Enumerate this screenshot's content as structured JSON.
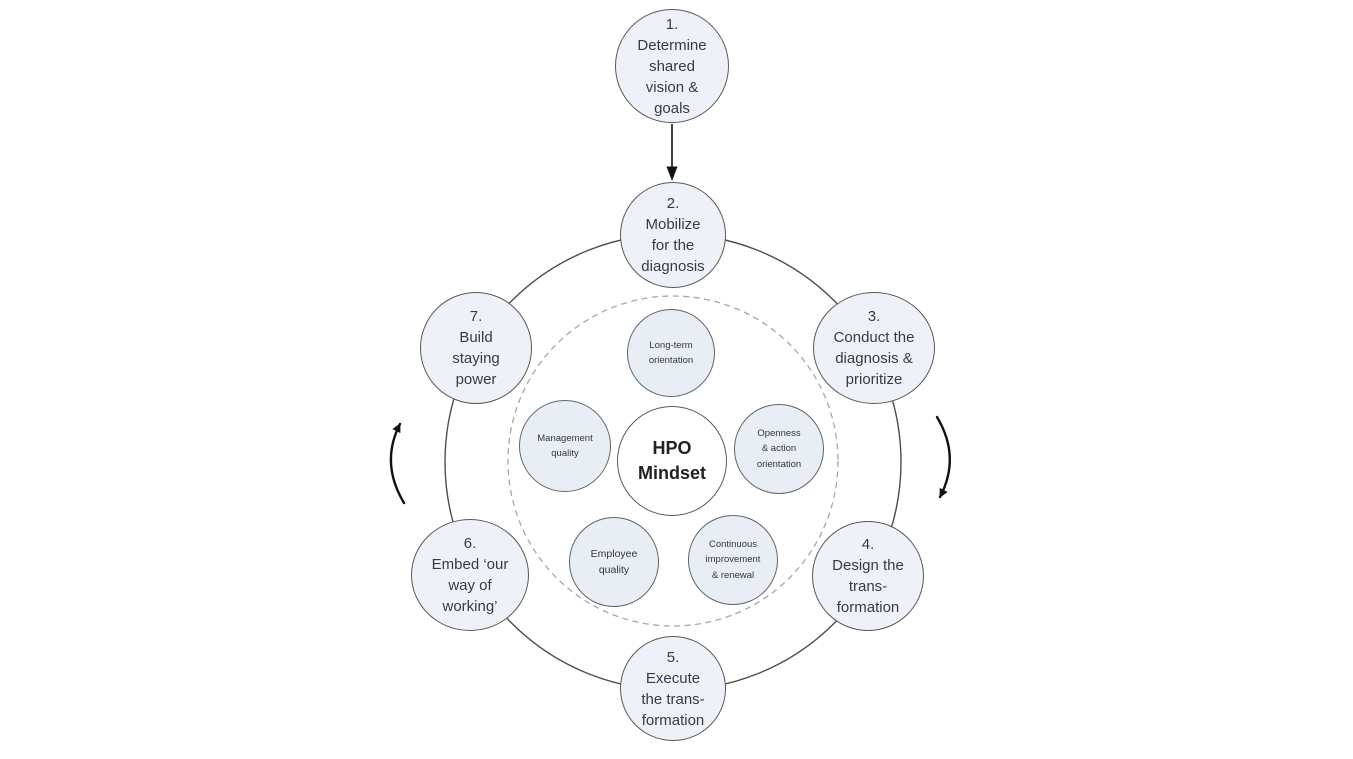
{
  "steps": [
    {
      "num": "1.",
      "label": "Determine shared vision & goals"
    },
    {
      "num": "2.",
      "label": "Mobilize for the diagnosis"
    },
    {
      "num": "3.",
      "label": "Conduct the diagnosis & prioritize"
    },
    {
      "num": "4.",
      "label": "Design the trans-formation"
    },
    {
      "num": "5.",
      "label": "Execute the trans-formation"
    },
    {
      "num": "6.",
      "label": "Embed ‘our way of working’"
    },
    {
      "num": "7.",
      "label": "Build staying power"
    }
  ],
  "center": {
    "label": "HPO Mindset"
  },
  "factors": [
    {
      "label": "Long-term orientation"
    },
    {
      "label": "Openness & action orientation"
    },
    {
      "label": "Continuous improvement & renewal"
    },
    {
      "label": "Employee quality"
    },
    {
      "label": "Management quality"
    }
  ],
  "colors": {
    "step_fill": "#eef2f8",
    "factor_fill": "#e9eef4",
    "center_fill": "#ffffff",
    "node_border": "#595959",
    "outer_ring": "#4d4d4d",
    "dashed_ring": "#a6a6a6",
    "arrow": "#111111",
    "text": "#3a3a3a"
  }
}
